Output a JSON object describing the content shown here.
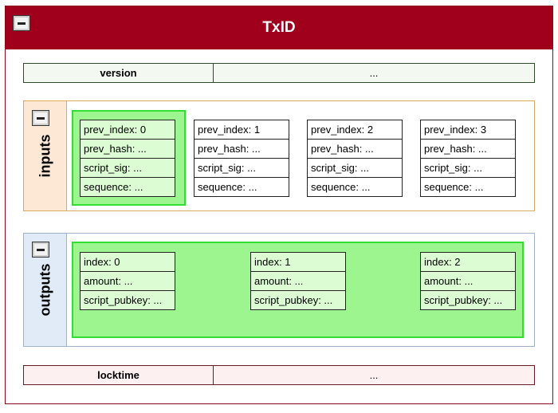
{
  "title": "TxID",
  "version": {
    "key": "version",
    "value": "..."
  },
  "locktime": {
    "key": "locktime",
    "value": "..."
  },
  "inputs": {
    "label": "inputs",
    "items": [
      {
        "prev_index": "prev_index: 0",
        "prev_hash": "prev_hash: ...",
        "script_sig": "script_sig: ...",
        "sequence": "sequence: ..."
      },
      {
        "prev_index": "prev_index: 1",
        "prev_hash": "prev_hash: ...",
        "script_sig": "script_sig: ...",
        "sequence": "sequence: ..."
      },
      {
        "prev_index": "prev_index: 2",
        "prev_hash": "prev_hash: ...",
        "script_sig": "script_sig: ...",
        "sequence": "sequence: ..."
      },
      {
        "prev_index": "prev_index: 3",
        "prev_hash": "prev_hash: ...",
        "script_sig": "script_sig: ...",
        "sequence": "sequence: ..."
      }
    ]
  },
  "outputs": {
    "label": "outputs",
    "items": [
      {
        "index": "index: 0",
        "amount": "amount: ...",
        "script_pubkey": "script_pubkey: ..."
      },
      {
        "index": "index: 1",
        "amount": "amount: ...",
        "script_pubkey": "script_pubkey: ..."
      },
      {
        "index": "index: 2",
        "amount": "amount: ...",
        "script_pubkey": "script_pubkey: ..."
      }
    ]
  },
  "icons": {
    "collapse": "minus-icon"
  },
  "colors": {
    "header": "#a0001c",
    "highlight_fill": "#9cf58f",
    "highlight_border": "#33dd33",
    "inputs_side": "#fde8d6",
    "outputs_side": "#e1ebf7"
  }
}
